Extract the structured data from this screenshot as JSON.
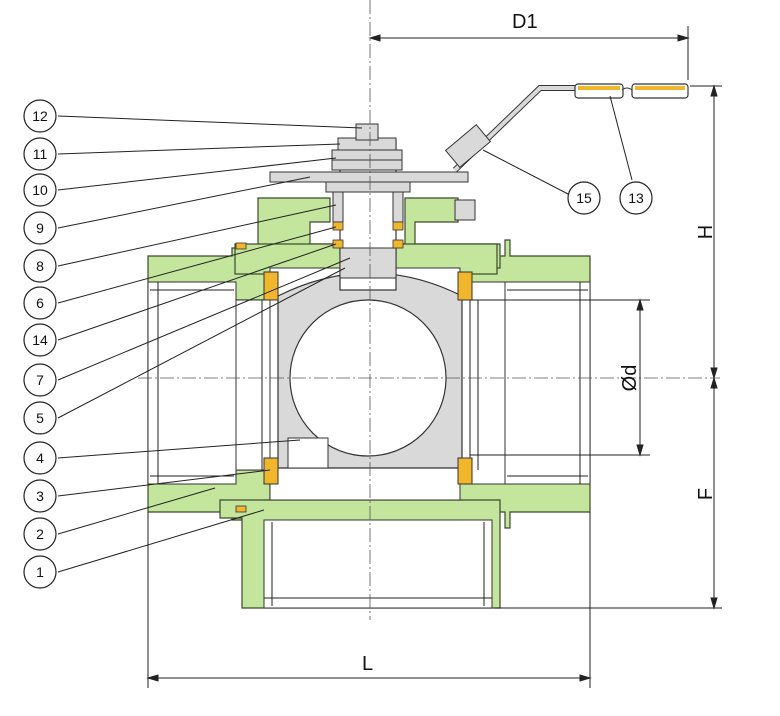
{
  "dimensions": {
    "d1": "D1",
    "h": "H",
    "f": "F",
    "l": "L",
    "od": "Ød"
  },
  "callouts": [
    "12",
    "11",
    "10",
    "9",
    "8",
    "6",
    "14",
    "7",
    "5",
    "4",
    "3",
    "2",
    "1",
    "15",
    "13"
  ],
  "colors": {
    "body": "#c3e59c",
    "body_stroke": "#3a4a2a",
    "metal": "#d9d9d9",
    "metal_dark": "#bdbdbd",
    "seal": "#f2b62a",
    "line": "#222222"
  }
}
